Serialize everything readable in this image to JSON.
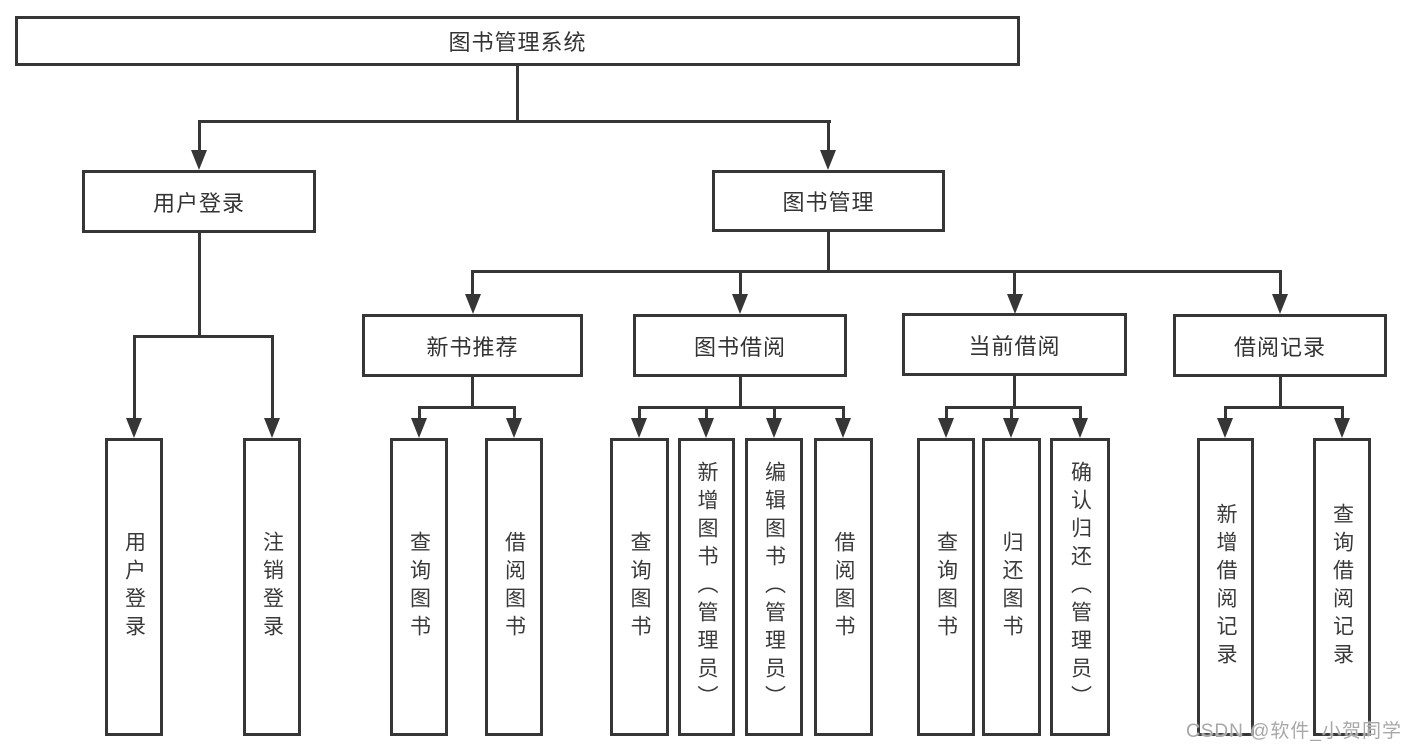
{
  "diagram_type": "hierarchy-tree",
  "colors": {
    "line": "#363636",
    "text": "#333333",
    "background": "#ffffff",
    "watermark_text_color": "#a8a8a8"
  },
  "tree": {
    "root": {
      "label": "图书管理系统",
      "children": [
        {
          "label": "用户登录",
          "children": [
            {
              "label": "用户登录"
            },
            {
              "label": "注销登录"
            }
          ]
        },
        {
          "label": "图书管理",
          "children": [
            {
              "label": "新书推荐",
              "children": [
                {
                  "label": "查询图书"
                },
                {
                  "label": "借阅图书"
                }
              ]
            },
            {
              "label": "图书借阅",
              "children": [
                {
                  "label": "查询图书"
                },
                {
                  "label": "新增图书（管理员）"
                },
                {
                  "label": "编辑图书（管理员）"
                },
                {
                  "label": "借阅图书"
                }
              ]
            },
            {
              "label": "当前借阅",
              "children": [
                {
                  "label": "查询图书"
                },
                {
                  "label": "归还图书"
                },
                {
                  "label": "确认归还（管理员）"
                }
              ]
            },
            {
              "label": "借阅记录",
              "children": [
                {
                  "label": "新增借阅记录"
                },
                {
                  "label": "查询借阅记录"
                }
              ]
            }
          ]
        }
      ]
    }
  },
  "watermark": "CSDN @软件_小贺同学"
}
